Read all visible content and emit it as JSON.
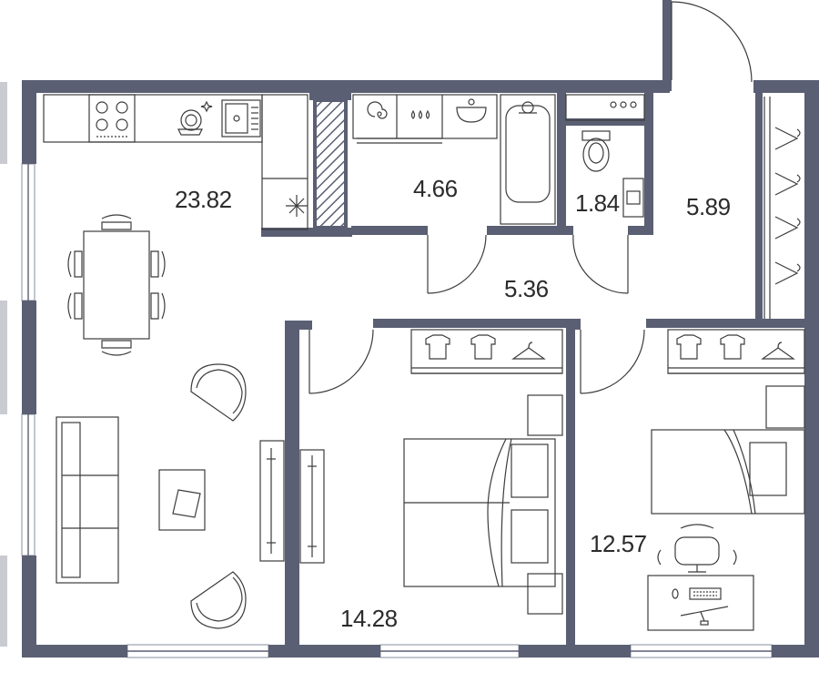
{
  "plan": {
    "colors": {
      "wall": "#5a5f73",
      "furniture": "#3c3c3c",
      "background": "#ffffff"
    },
    "rooms": [
      {
        "id": "living-kitchen",
        "area": "23.82"
      },
      {
        "id": "bathroom",
        "area": "4.66"
      },
      {
        "id": "toilet",
        "area": "1.84"
      },
      {
        "id": "wardrobe",
        "area": "5.89"
      },
      {
        "id": "hallway",
        "area": "5.36"
      },
      {
        "id": "bedroom-1",
        "area": "14.28"
      },
      {
        "id": "bedroom-2",
        "area": "12.57"
      }
    ],
    "icons": [
      "stove-icon",
      "dishes-icon",
      "sink-icon",
      "fridge-icon",
      "washing-machine-icon",
      "detergent-icon",
      "washbasin-icon",
      "bathtub-icon",
      "toilet-icon",
      "hanger-icon",
      "shirt-icon",
      "bed-icon",
      "sofa-icon",
      "armchair-icon",
      "desk-icon",
      "keyboard-icon",
      "monitor-icon",
      "door-swing-icon",
      "window-icon"
    ]
  }
}
